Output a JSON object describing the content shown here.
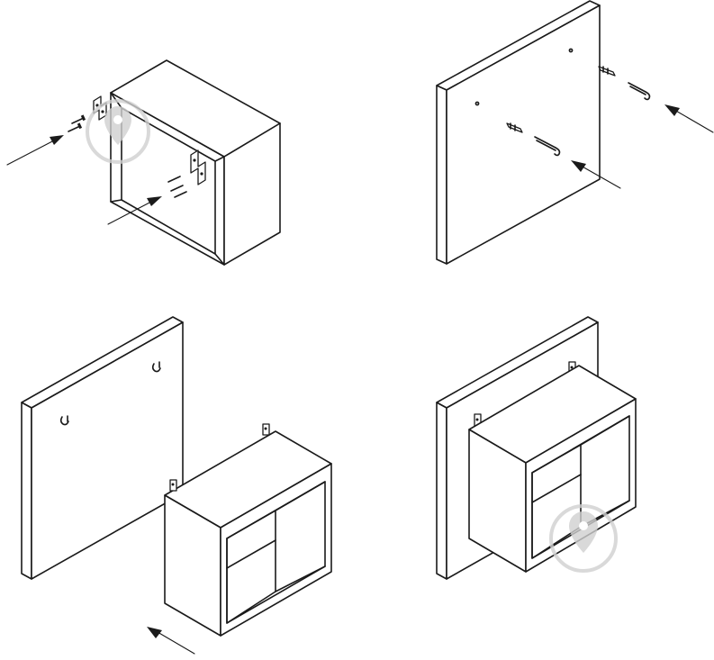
{
  "figure": {
    "panels": [
      {
        "id": "step-1",
        "content": "box-with-brackets-and-screws"
      },
      {
        "id": "step-2",
        "content": "wall-panel-with-dowels-and-hooks"
      },
      {
        "id": "step-3",
        "content": "box-approaching-panel"
      },
      {
        "id": "step-4",
        "content": "box-mounted-on-panel"
      }
    ],
    "colors": {
      "line": "#1a1a1a",
      "watermark": "#cfcfcf",
      "background": "#ffffff"
    },
    "watermark_icon": "pin-logo-watermark"
  }
}
